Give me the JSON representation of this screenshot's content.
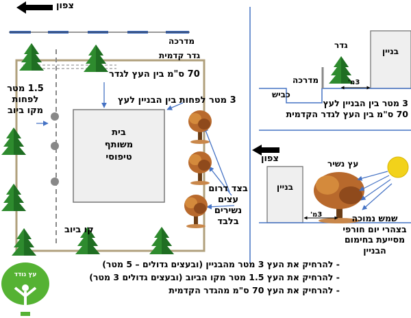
{
  "left": {
    "north": "צפון",
    "sidewalk": "מדרכה",
    "front_fence": "גדר קדמית",
    "dist_tree_fence": "70 ס\"מ בין העץ לגדר",
    "dist_building_tree": "3 מטר לפחות בין הבניין לעץ",
    "sewer_dist": [
      "1.5 מטר",
      "לפחות",
      "מקו ביוב"
    ],
    "house": [
      "בית",
      "משותף",
      "טיפוסי"
    ],
    "sewer_line": "קו ביוב",
    "south_side": [
      "בצד דרום",
      "עצים",
      "נשירים",
      "בלבד"
    ]
  },
  "top_right": {
    "building": "בניין",
    "fence": "גדר",
    "sidewalk": "מדרכה",
    "road": "כביש",
    "dim": "3מ'",
    "caption": [
      "3 מטר בין הבניין לעץ",
      "70 ס\"מ בין העץ לגדר הקדמית"
    ]
  },
  "bottom_right": {
    "north": "צפון",
    "deciduous": "עץ נשיר",
    "building": "בניין",
    "dim": "3מ'",
    "caption": [
      "שמש נמוכה",
      "בצהרי יום חורפי",
      "מסייעת בחימום",
      "הבניין"
    ]
  },
  "bullets": [
    "- להרחיק את העץ 3 מטר מהבניין (ובעצים גדולים – 5 מטר)",
    "- להרחיק את העץ 1.5 מטר מקו הביוב (ובעצים גדולים 3 מטר)",
    "- להרחיק את העץ 70 ס\"מ מהגדר הקדמית"
  ],
  "logo_text": "עץ נודד",
  "colors": {
    "fence": "#b0a07c",
    "conifer": "#2e8b2e",
    "deciduous": "#a0522d",
    "sidewalk": "#4472c4",
    "house": "#efefef",
    "sun": "#f2d21b",
    "logo": "#55b233"
  }
}
